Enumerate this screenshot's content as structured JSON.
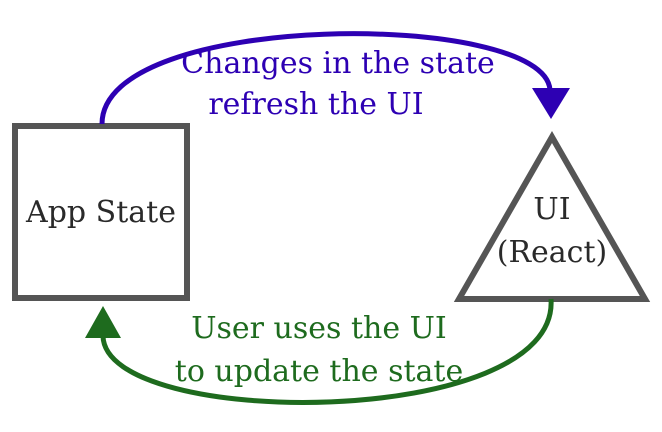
{
  "nodes": {
    "app_state": {
      "label": "App State"
    },
    "ui": {
      "line1": "UI",
      "line2": "(React)"
    }
  },
  "edges": {
    "state_to_ui": {
      "line1": "Changes in the state",
      "line2": "refresh the UI",
      "color": "#2d00b3"
    },
    "ui_to_state": {
      "line1": "User uses the UI",
      "line2": "to update the state",
      "color": "#1e6b1e"
    }
  },
  "colors": {
    "node_stroke": "#555555",
    "node_text": "#2a2a2a",
    "background": "#ffffff"
  }
}
